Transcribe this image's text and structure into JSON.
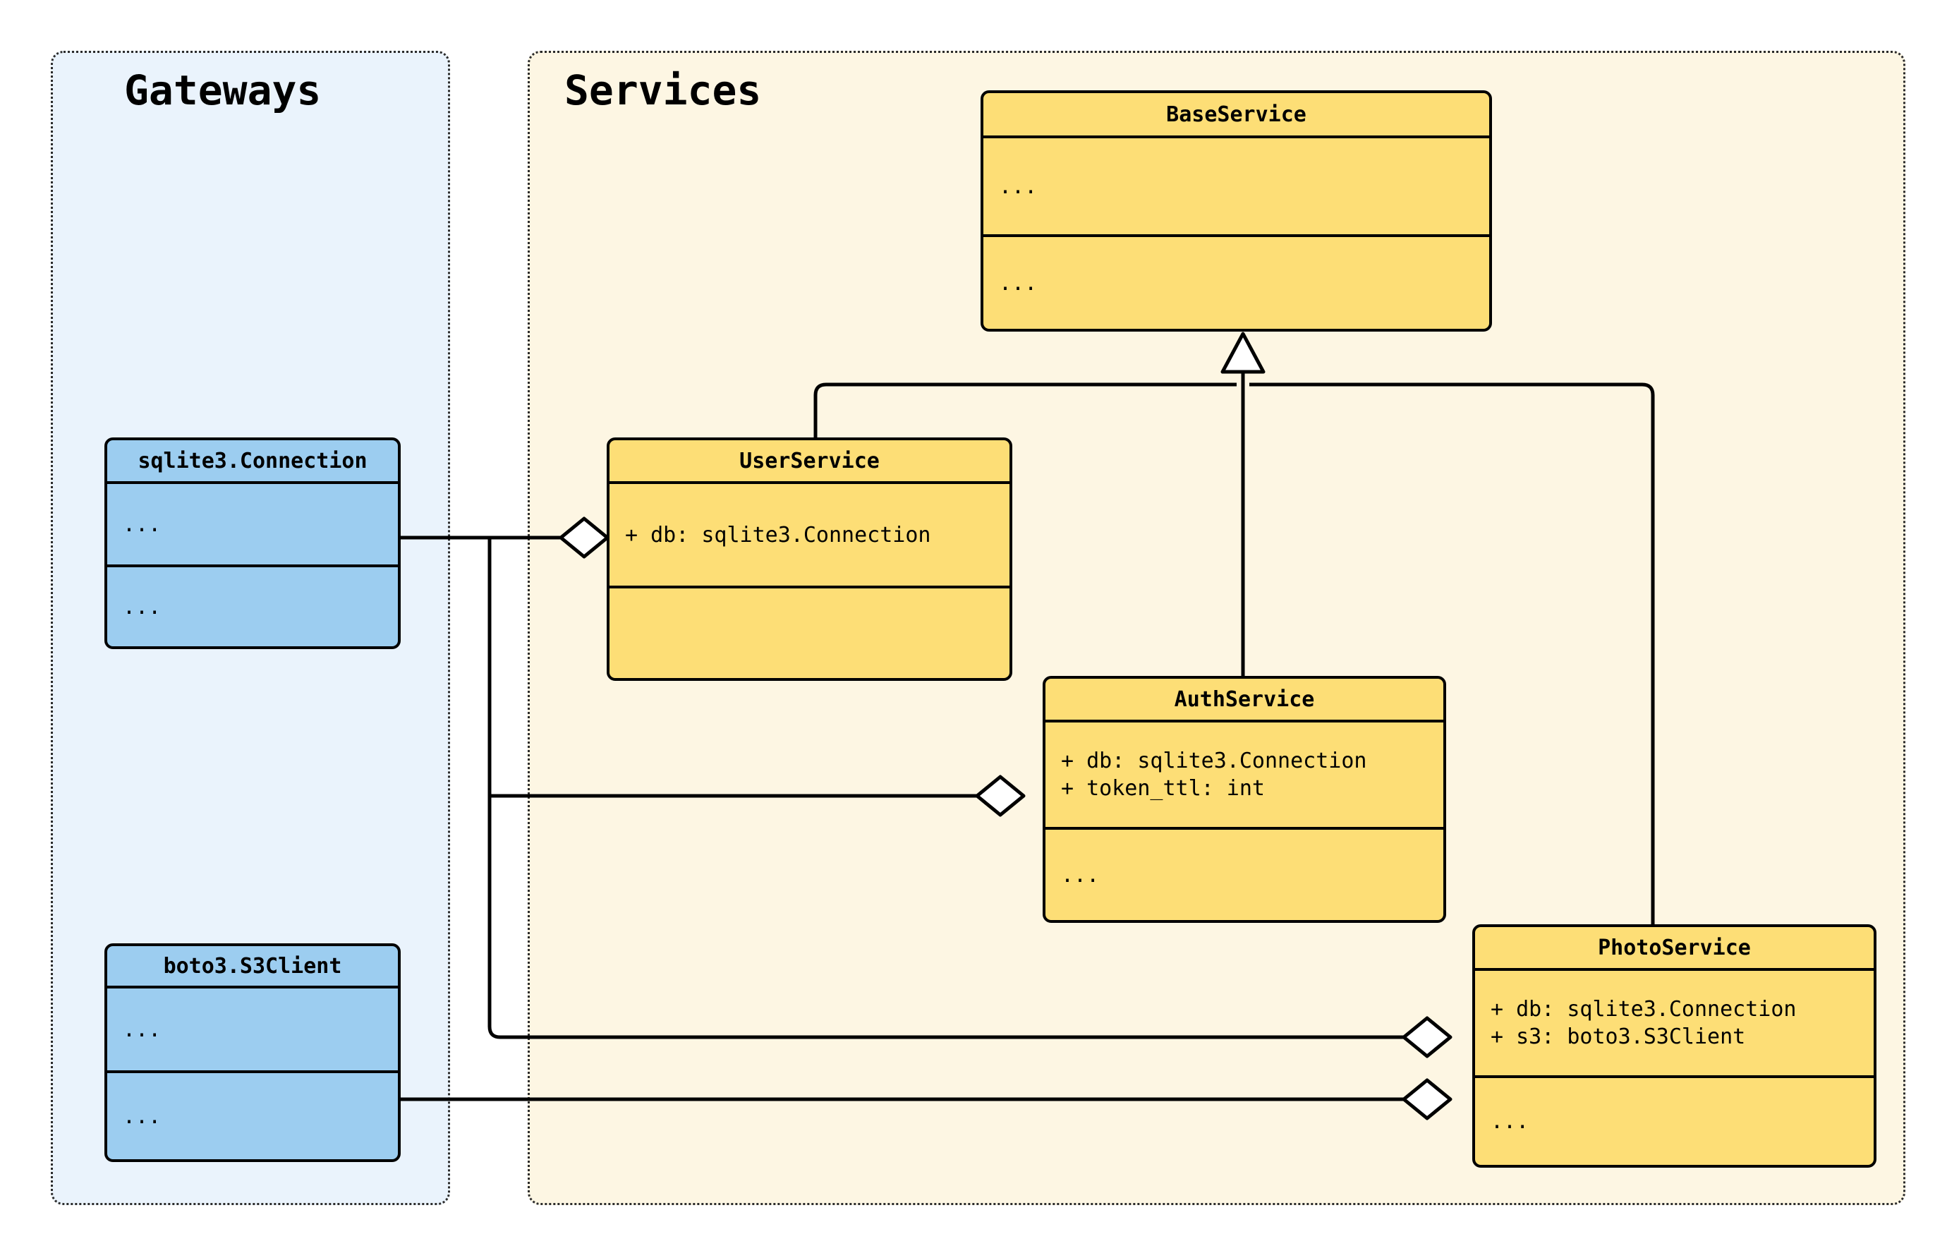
{
  "diagram": {
    "type": "uml-class-diagram",
    "colors": {
      "gateway_node_fill": "#9ccdf0",
      "service_node_fill": "#fdde76",
      "gateway_panel_fill": "#eaf3fc",
      "service_panel_fill": "#fdf6e3",
      "stroke": "#000000",
      "panel_border": "#2b2b2b"
    },
    "packages": [
      {
        "id": "gateways",
        "title": "Gateways"
      },
      {
        "id": "services",
        "title": "Services"
      }
    ],
    "classes": [
      {
        "id": "sqlite3_connection",
        "package": "gateways",
        "name": "sqlite3.Connection",
        "attributes": [
          "..."
        ],
        "methods": [
          "..."
        ]
      },
      {
        "id": "boto3_s3client",
        "package": "gateways",
        "name": "boto3.S3Client",
        "attributes": [
          "..."
        ],
        "methods": [
          "..."
        ]
      },
      {
        "id": "baseservice",
        "package": "services",
        "name": "BaseService",
        "attributes": [
          "..."
        ],
        "methods": [
          "..."
        ]
      },
      {
        "id": "userservice",
        "package": "services",
        "name": "UserService",
        "attributes": [
          "+ db: sqlite3.Connection"
        ],
        "methods": [
          ""
        ]
      },
      {
        "id": "authservice",
        "package": "services",
        "name": "AuthService",
        "attributes": [
          "+ db: sqlite3.Connection",
          "+ token_ttl: int"
        ],
        "methods": [
          "..."
        ]
      },
      {
        "id": "photoservice",
        "package": "services",
        "name": "PhotoService",
        "attributes": [
          "+ db: sqlite3.Connection",
          "+ s3: boto3.S3Client"
        ],
        "methods": [
          "..."
        ]
      }
    ],
    "relationships": [
      {
        "kind": "generalization",
        "from": "userservice",
        "to": "baseservice"
      },
      {
        "kind": "generalization",
        "from": "authservice",
        "to": "baseservice"
      },
      {
        "kind": "generalization",
        "from": "photoservice",
        "to": "baseservice"
      },
      {
        "kind": "aggregation",
        "from": "sqlite3_connection",
        "to": "userservice"
      },
      {
        "kind": "aggregation",
        "from": "sqlite3_connection",
        "to": "authservice"
      },
      {
        "kind": "aggregation",
        "from": "sqlite3_connection",
        "to": "photoservice"
      },
      {
        "kind": "aggregation",
        "from": "boto3_s3client",
        "to": "photoservice"
      }
    ]
  }
}
